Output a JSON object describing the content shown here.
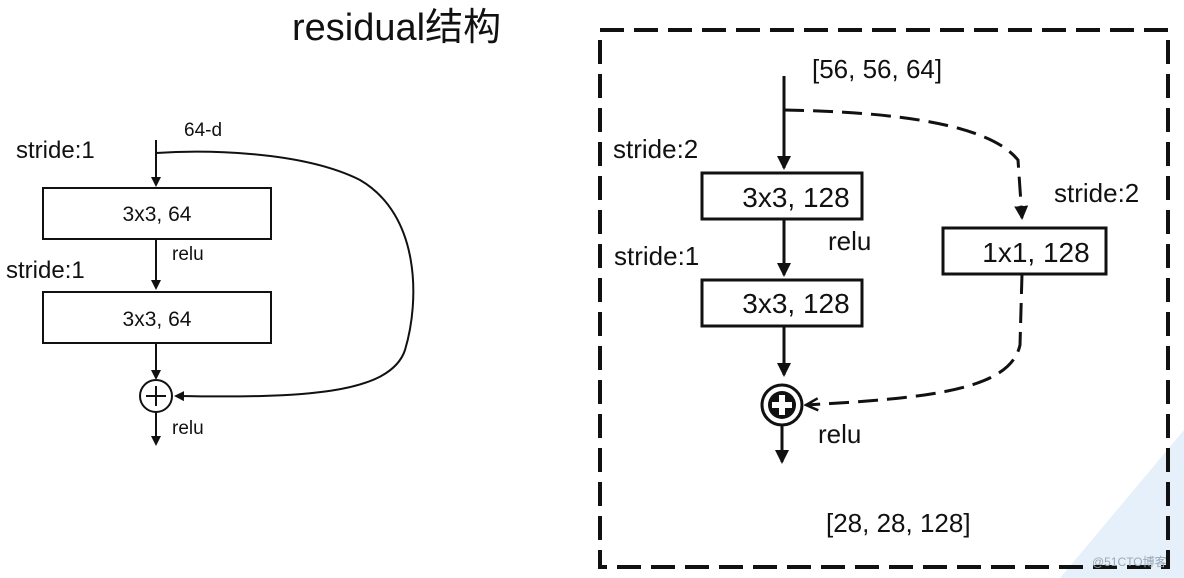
{
  "title": "residual结构",
  "left": {
    "stride_top": "stride:1",
    "dim": "64-d",
    "box1": "3x3, 64",
    "relu_mid": "relu",
    "stride_mid": "stride:1",
    "box2": "3x3, 64",
    "relu_out": "relu"
  },
  "right": {
    "input_shape": "[56, 56, 64]",
    "stride_main": "stride:2",
    "box1": "3x3, 128",
    "relu_mid": "relu",
    "stride_mid": "stride:1",
    "box2": "3x3, 128",
    "shortcut_stride": "stride:2",
    "shortcut_box": "1x1, 128",
    "relu_out": "relu",
    "output_shape": "[28, 28, 128]"
  },
  "watermark": "@51CTO博客"
}
